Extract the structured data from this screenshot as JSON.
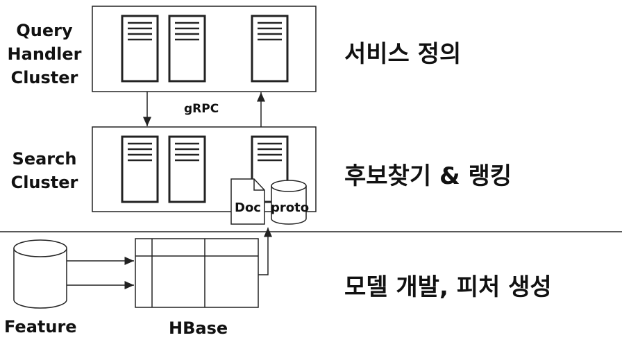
{
  "clusters": {
    "query_handler": {
      "label_lines": [
        "Query",
        "Handler",
        "Cluster"
      ]
    },
    "search": {
      "label_lines": [
        "Search",
        "Cluster"
      ]
    }
  },
  "connector": {
    "label": "gRPC"
  },
  "artifacts": {
    "doc_label": "Doc",
    "proto_label": "proto"
  },
  "storage": {
    "feature_label": "Feature",
    "hbase_label": "HBase"
  },
  "layers": {
    "service": "서비스 정의",
    "ranking": "후보찾기 & 랭킹",
    "modeling": "모델 개발, 피처 생성"
  }
}
